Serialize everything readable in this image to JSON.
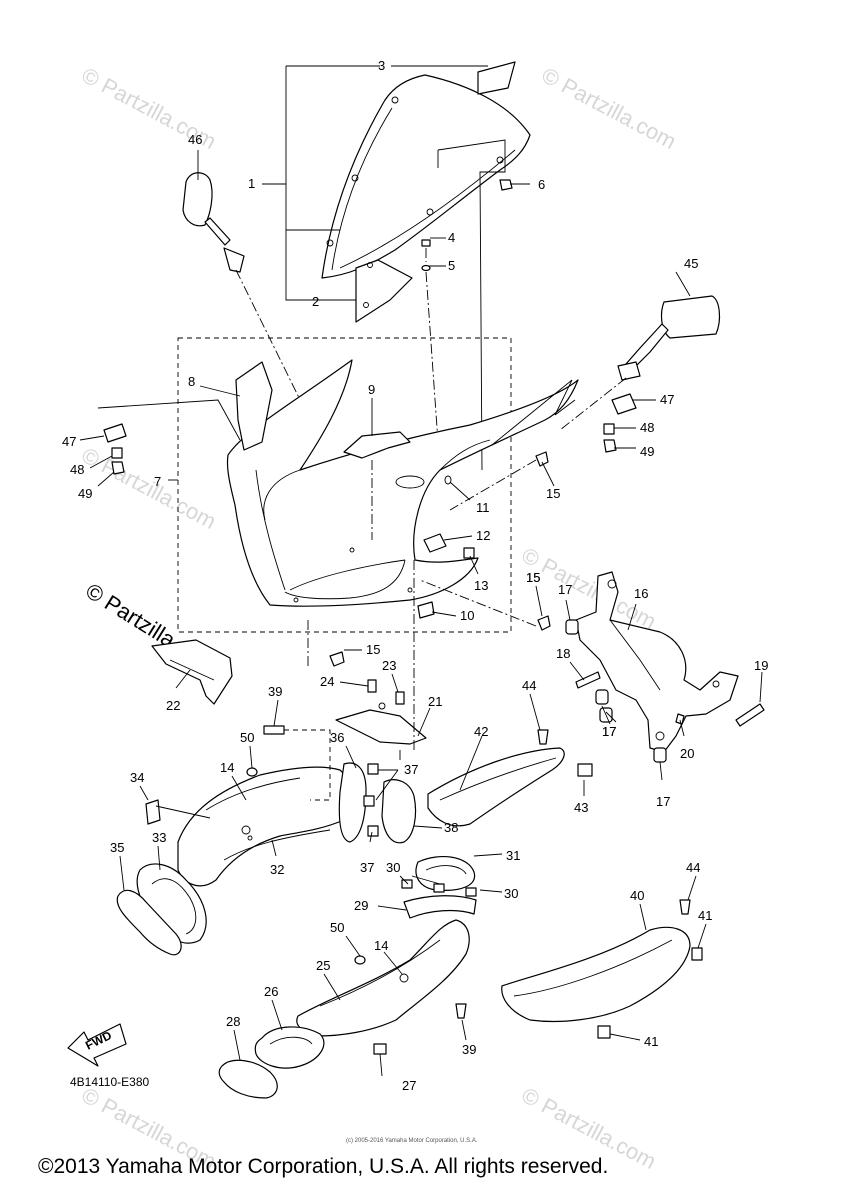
{
  "diagram": {
    "callouts": [
      "1",
      "2",
      "3",
      "4",
      "5",
      "6",
      "7",
      "8",
      "9",
      "10",
      "11",
      "12",
      "13",
      "14",
      "14",
      "15",
      "15",
      "15",
      "15",
      "16",
      "17",
      "17",
      "17",
      "17",
      "18",
      "19",
      "20",
      "21",
      "22",
      "23",
      "24",
      "25",
      "26",
      "27",
      "28",
      "29",
      "30",
      "30",
      "31",
      "32",
      "33",
      "34",
      "35",
      "36",
      "37",
      "37",
      "38",
      "39",
      "39",
      "40",
      "41",
      "41",
      "42",
      "43",
      "44",
      "44",
      "45",
      "46",
      "47",
      "47",
      "48",
      "48",
      "49",
      "49",
      "50",
      "50"
    ],
    "diagram_code": "4B14110-E380",
    "fwd_label": "FWD",
    "watermarks": [
      "© Partzilla.com",
      "© Partzilla.com",
      "© Partzilla.com",
      "© Partzilla.com",
      "© Partzilla.com",
      "© Partzilla.com"
    ],
    "main_watermark": "© Partzilla.com",
    "fine_print": "(c) 2005-2016 Yamaha Motor Corporation, U.S.A.",
    "copyright": "©2013 Yamaha Motor Corporation, U.S.A. All rights reserved."
  }
}
